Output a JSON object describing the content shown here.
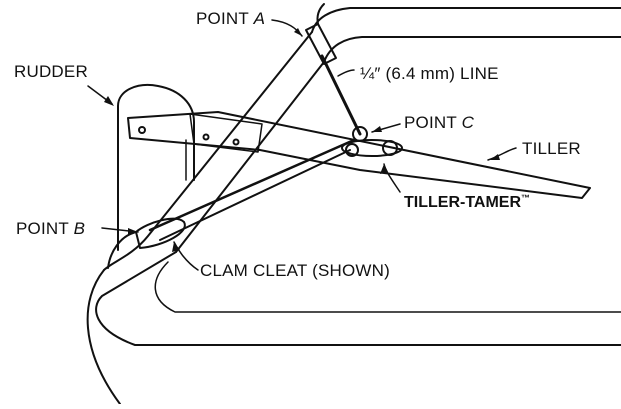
{
  "labels": {
    "point_a": {
      "text": "POINT ",
      "var": "A"
    },
    "point_b": {
      "text": "POINT ",
      "var": "B"
    },
    "point_c": {
      "text": "POINT ",
      "var": "C"
    },
    "rudder": "RUDDER",
    "line": "¼″ (6.4 mm) LINE",
    "tiller": "TILLER",
    "tiller_tamer": "TILLER-TAMER",
    "tiller_tamer_mark": "™",
    "clam_cleat": "CLAM CLEAT (SHOWN)"
  },
  "colors": {
    "ink": "#111111",
    "paper": "#ffffff"
  }
}
